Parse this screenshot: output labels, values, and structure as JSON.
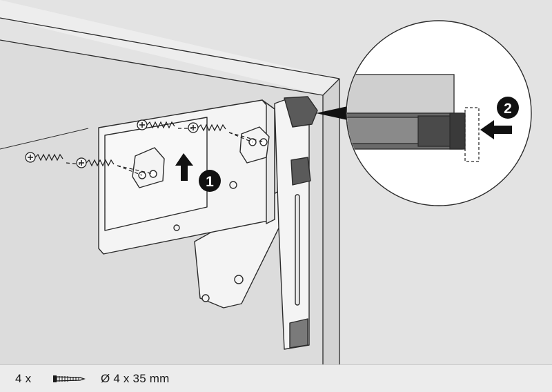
{
  "steps": [
    {
      "number": "1",
      "action": "push-up"
    },
    {
      "number": "2",
      "action": "push-in"
    }
  ],
  "hardware": {
    "quantity": "4 x",
    "icon": "screw-icon",
    "spec": "Ø 4 x 35 mm"
  },
  "colors": {
    "background": "#e3e3e3",
    "cabinet_inner": "#dcdcdc",
    "cabinet_side": "#d6d6d6",
    "metal": "#f4f4f4",
    "outline": "#2b2b2b",
    "dark_part": "#5a5a5a",
    "badge": "#111111"
  }
}
